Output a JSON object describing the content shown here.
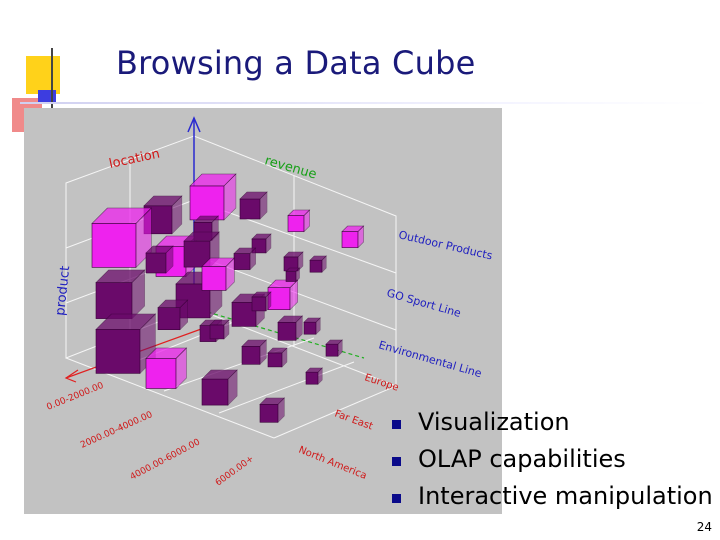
{
  "slide": {
    "title": "Browsing a Data Cube",
    "page_number": "24",
    "bullets": [
      "Visualization",
      "OLAP capabilities",
      "Interactive manipulation"
    ]
  },
  "figure": {
    "axis_labels": {
      "location": "location",
      "revenue": "revenue",
      "product": "product"
    },
    "product_labels": [
      "Outdoor Products",
      "GO Sport Line",
      "Environmental Line"
    ],
    "location_labels": [
      "Europe",
      "Far East",
      "North America"
    ],
    "revenue_labels": [
      "0.00-2000.00",
      "2000.00-4000.00",
      "4000.00-6000.00",
      "6000.00+"
    ]
  },
  "colors": {
    "title": "#1a1a7a",
    "bullet": "#0a0a8a",
    "cube_magenta": "#ee22ee",
    "cube_purple": "#6a0a6a",
    "figure_bg": "#c2c2c2"
  }
}
